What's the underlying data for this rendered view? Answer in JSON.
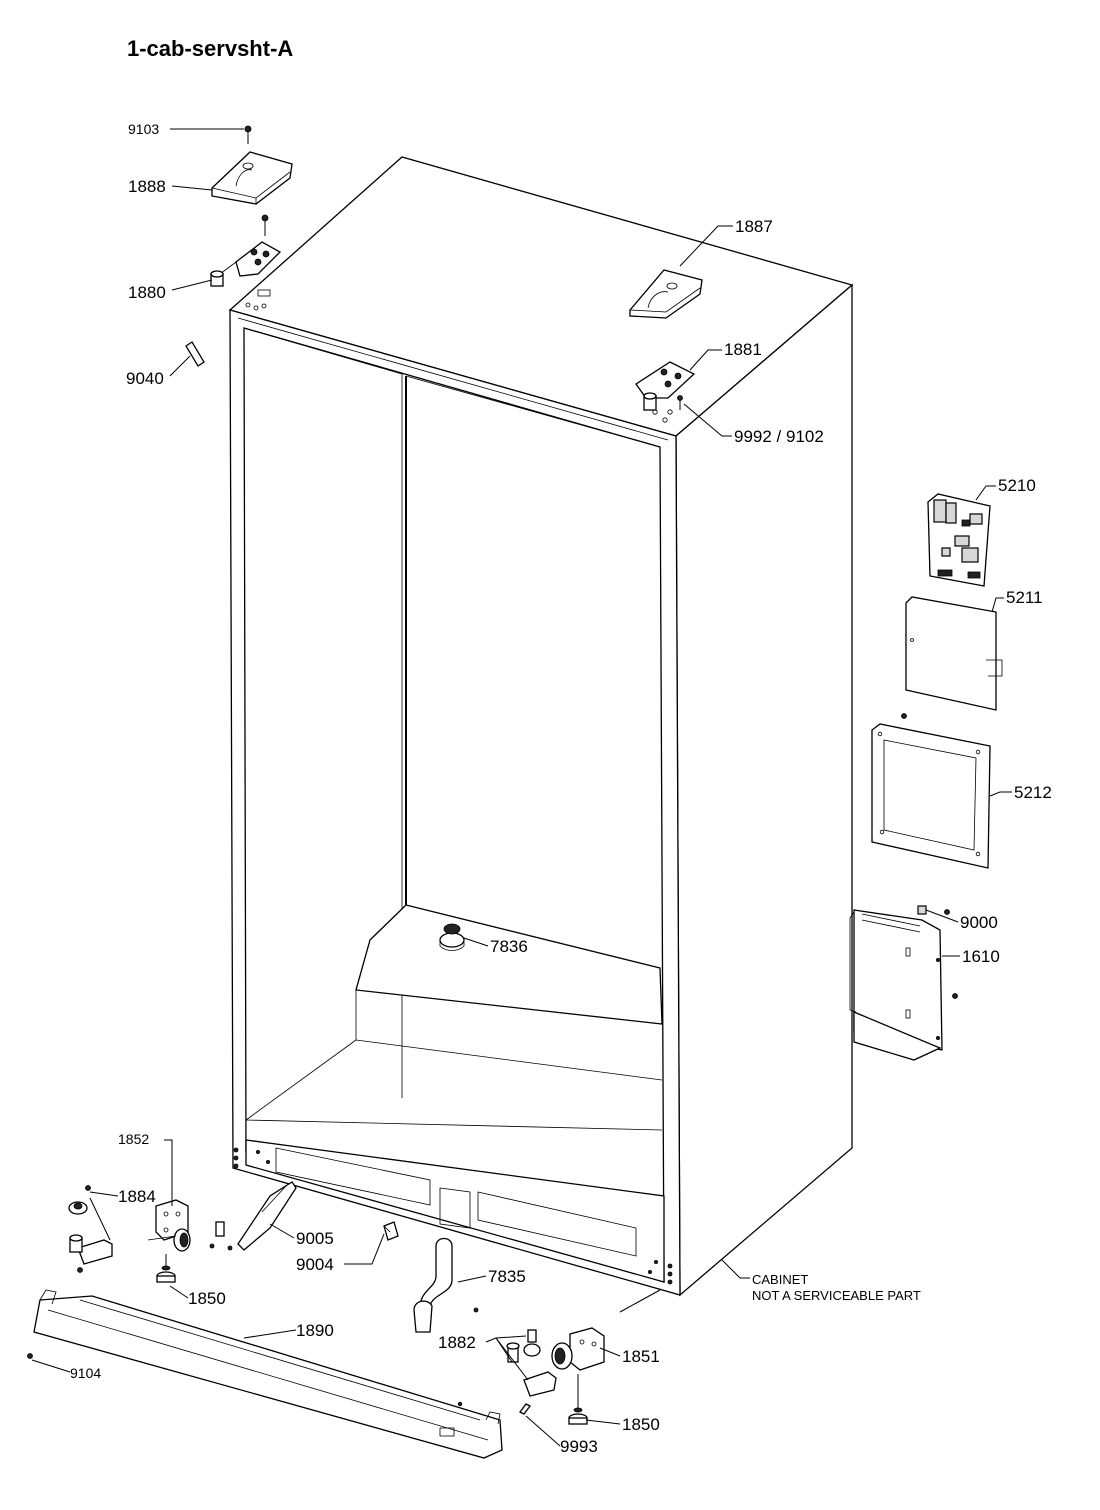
{
  "title": "1-cab-servsht-A",
  "callouts": {
    "c9103": "9103",
    "c1888": "1888",
    "c1880": "1880",
    "c9040": "9040",
    "c1887": "1887",
    "c1881": "1881",
    "c9992": "9992 / 9102",
    "c5210": "5210",
    "c5211": "5211",
    "c5212": "5212",
    "c9000": "9000",
    "c1610": "1610",
    "c7836": "7836",
    "c1852": "1852",
    "c1884": "1884",
    "c9005": "9005",
    "c9004": "9004",
    "c1850a": "1850",
    "c7835": "7835",
    "c1890": "1890",
    "c1882": "1882",
    "c1851": "1851",
    "c9104": "9104",
    "c1850b": "1850",
    "c9993": "9993"
  },
  "note": {
    "line1": "CABINET",
    "line2": "NOT A SERVICEABLE PART"
  },
  "colors": {
    "line": "#000000",
    "background": "#ffffff",
    "shade": "#d8d8d8"
  }
}
